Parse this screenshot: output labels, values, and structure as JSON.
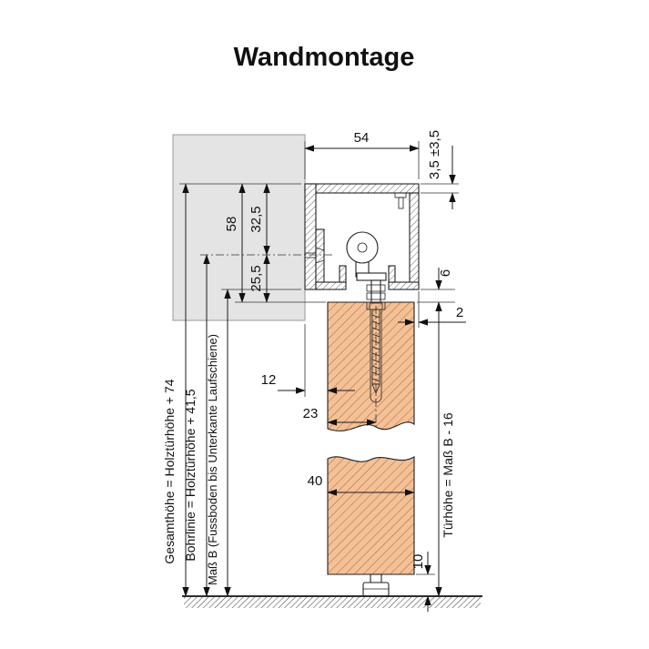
{
  "title": "Wandmontage",
  "dims": {
    "track_width": "54",
    "top_adjust": "3,5 ±3,5",
    "h58": "58",
    "h32_5": "32,5",
    "h25_5": "25,5",
    "gap6": "6",
    "offset2": "2",
    "gap12": "12",
    "screw_offset23": "23",
    "door_thickness40": "40",
    "floor_gap10": "10"
  },
  "labels": {
    "gesamthoehe": "Gesamthöhe = Holztürhöhe + 74",
    "bohrlinie": "Bohrlinie = Holztürhöhe + 41,5",
    "mass_b": "Maß B (Fussboden bis Unterkante Laufschiene)",
    "tuerhoehe": "Türhöhe = Maß B - 16"
  },
  "colors": {
    "title": "#3d4b5f",
    "wall_fill": "#e4e4e4",
    "wood_fill": "#f4c095",
    "wood_hatch": "#9a6030",
    "line": "#1a1a1a"
  }
}
